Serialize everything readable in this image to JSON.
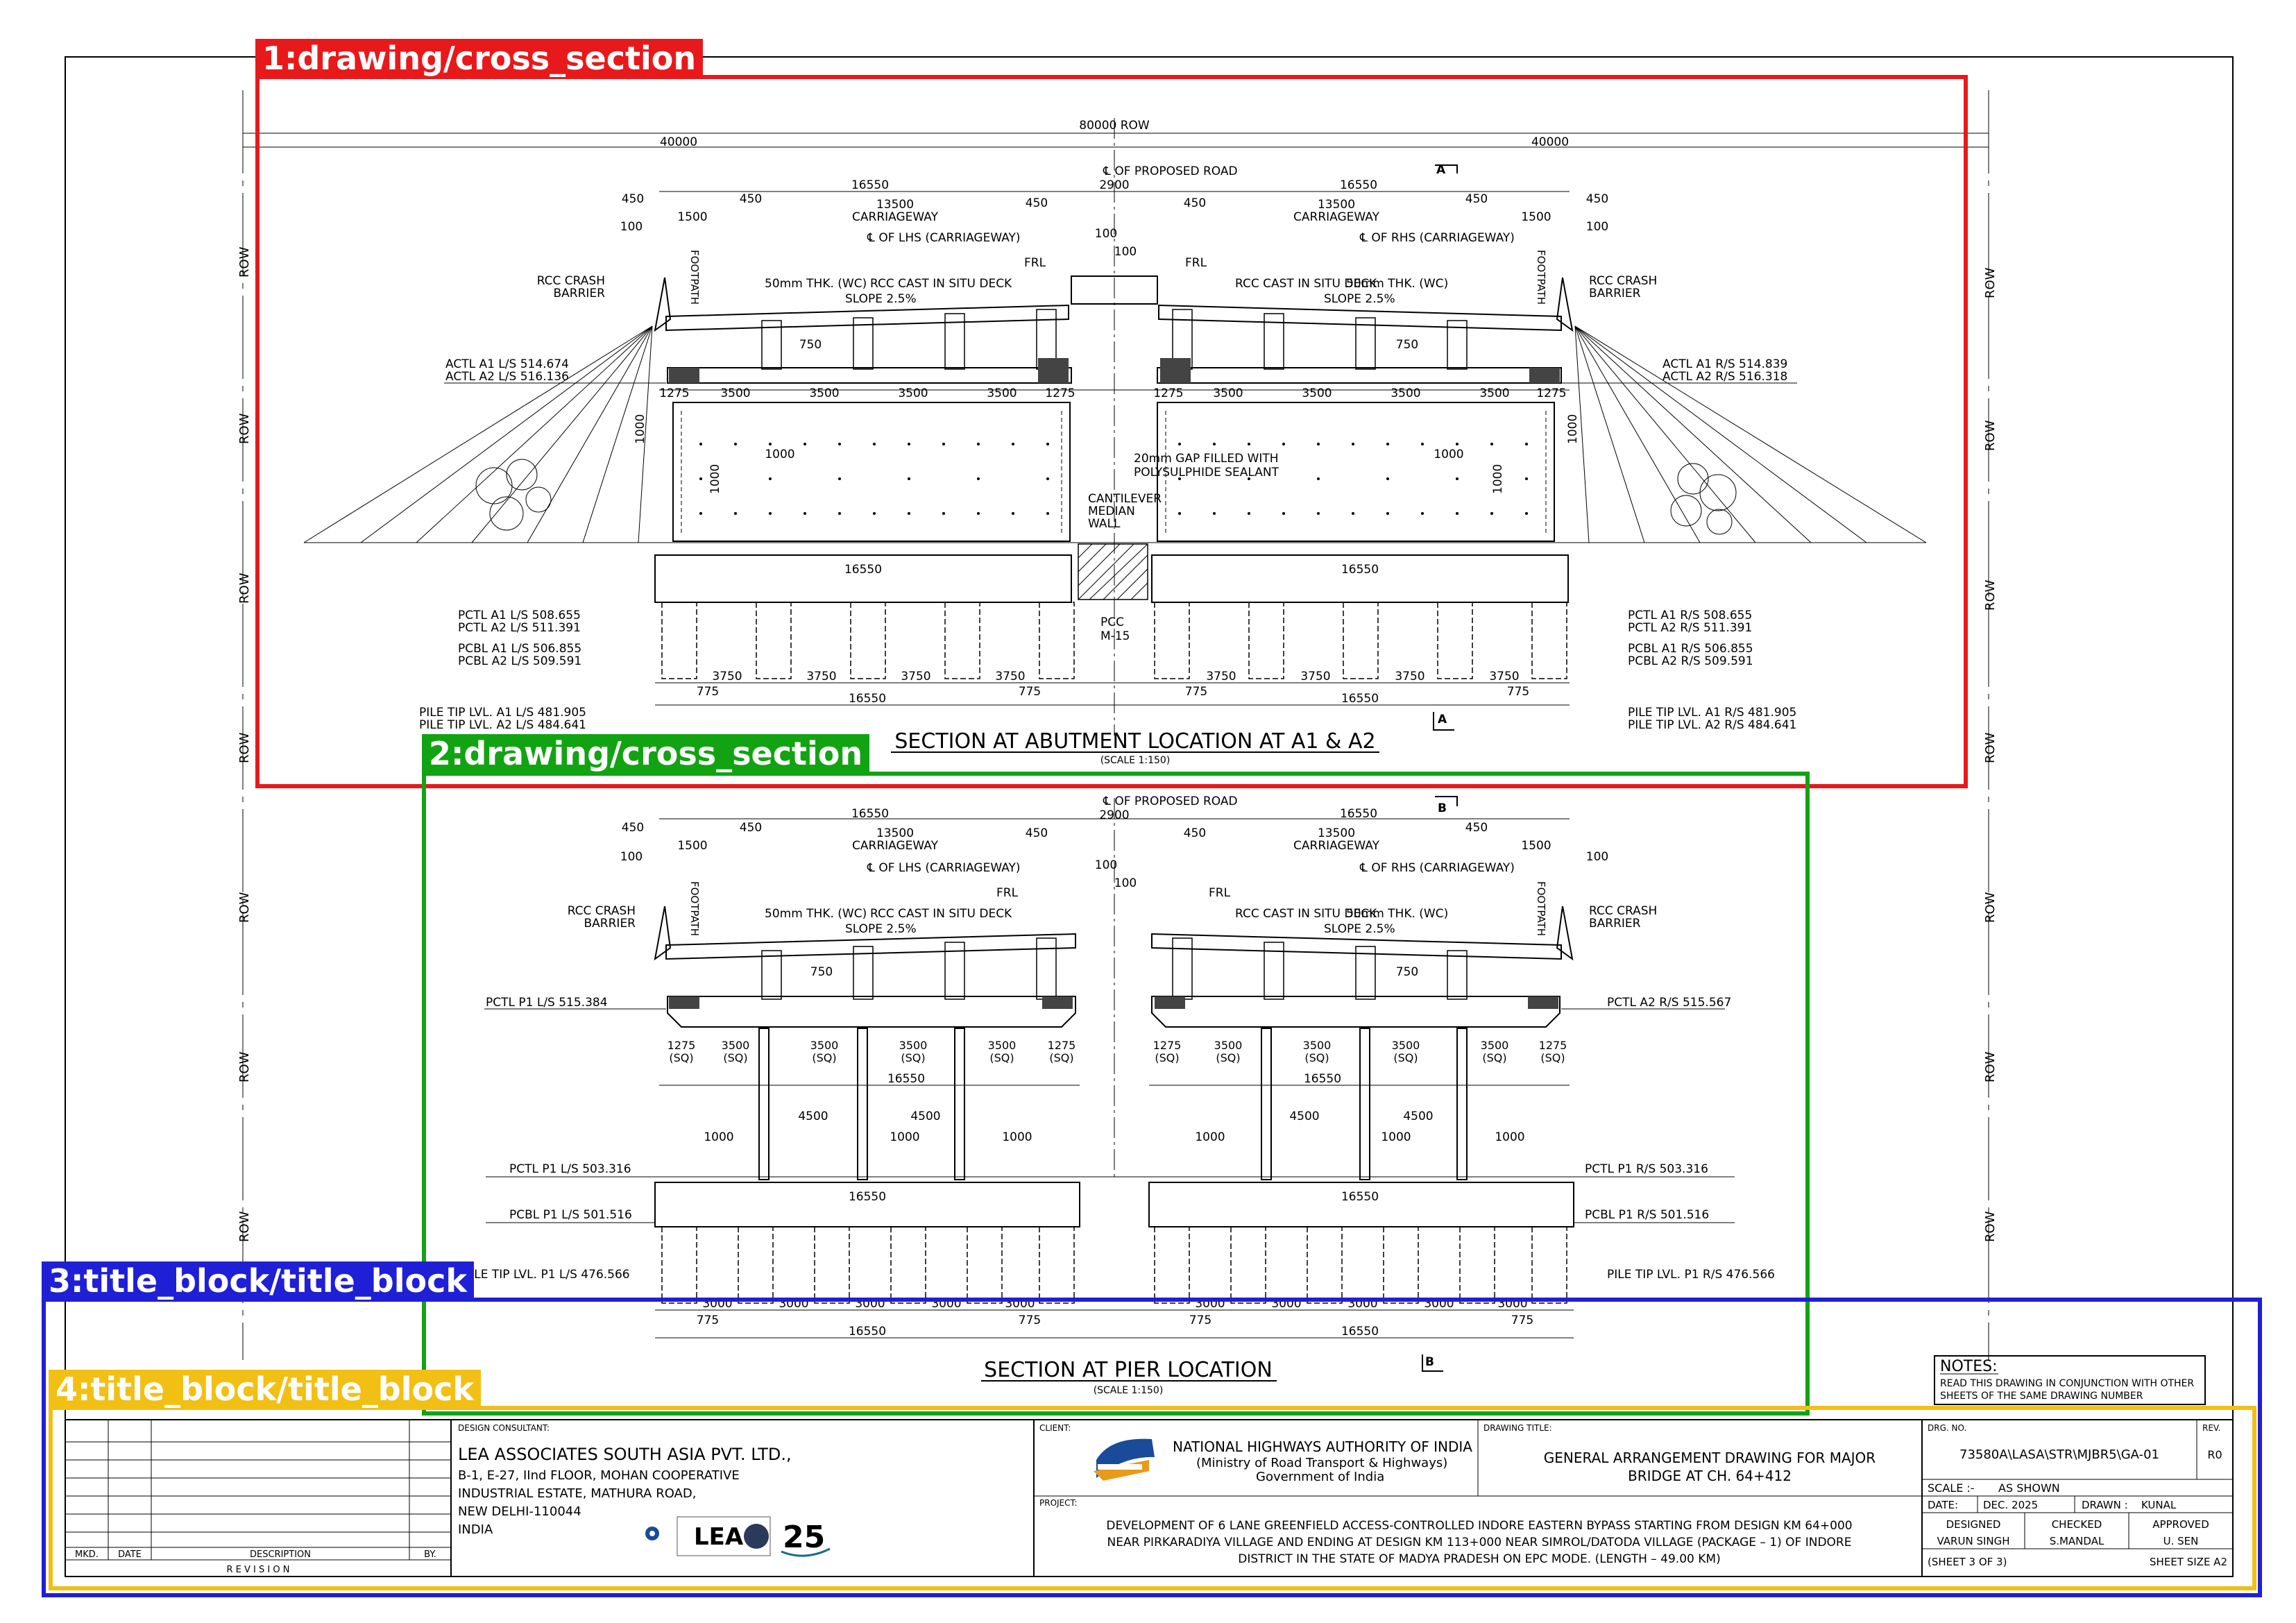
{
  "annotations": [
    {
      "label": "1:drawing/cross_section",
      "color": "#e8191b"
    },
    {
      "label": "2:drawing/cross_section",
      "color": "#12a312"
    },
    {
      "label": "3:title_block/title_block",
      "color": "#1f1fd6"
    },
    {
      "label": "4:title_block/title_block",
      "color": "#f2c014"
    }
  ],
  "abutment": {
    "row_total": "80000 ROW",
    "half_left": "40000",
    "half_right": "40000",
    "road_cl": "℄ OF PROPOSED ROAD",
    "median": "2900",
    "lhs_width": "16550",
    "rhs_width": "16550",
    "carriageway_width": "13500",
    "carriageway": "CARRIAGEWAY",
    "lhs_cl": "℄ OF LHS (CARRIAGEWAY)",
    "rhs_cl": "℄ OF RHS (CARRIAGEWAY)",
    "d450": "450",
    "d1500": "1500",
    "d100": "100",
    "d750": "750",
    "d1275": "1275",
    "d3500": "3500",
    "d1000": "1000",
    "footpath": "FOOTPATH",
    "frl": "FRL",
    "rcc_crash": "RCC CRASH",
    "barrier": "BARRIER",
    "wc": "50mm THK. (WC)",
    "deck": "RCC CAST IN SITU DECK",
    "slope": "SLOPE 2.5%",
    "actl_a1_l": "ACTL A1 L/S 514.674",
    "actl_a2_l": "ACTL A2 L/S 516.136",
    "actl_a1_r": "ACTL A1 R/S 514.839",
    "actl_a2_r": "ACTL A2 R/S 516.318",
    "gap1": "20mm GAP FILLED WITH",
    "gap2": "POLYSULPHIDE SEALANT",
    "cant1": "CANTILEVER",
    "cant2": "MEDIAN",
    "cant3": "WALL",
    "pcc1": "PCC",
    "pcc2": "M-15",
    "pctl_a1_l": "PCTL A1 L/S 508.655",
    "pctl_a2_l": "PCTL A2 L/S 511.391",
    "pcbl_a1_l": "PCBL A1 L/S 506.855",
    "pcbl_a2_l": "PCBL A2 L/S 509.591",
    "pctl_a1_r": "PCTL A1 R/S 508.655",
    "pctl_a2_r": "PCTL A2 R/S 511.391",
    "pcbl_a1_r": "PCBL A1 R/S 506.855",
    "pcbl_a2_r": "PCBL A2 R/S 509.591",
    "pile_a1_l": "PILE TIP LVL. A1 L/S 481.905",
    "pile_a2_l": "PILE TIP LVL. A2 L/S 484.641",
    "pile_a1_r": "PILE TIP LVL. A1 R/S 481.905",
    "pile_a2_r": "PILE TIP LVL. A2 R/S 484.641",
    "d3750": "3750",
    "d775": "775",
    "sec_mark": "A",
    "title": "SECTION AT ABUTMENT LOCATION AT A1 & A2",
    "scale": "(SCALE 1:150)"
  },
  "pier": {
    "pctl_p1_l_top": "PCTL P1 L/S 515.384",
    "pctl_a2_r_top": "PCTL A2 R/S 515.567",
    "sq1275": "(SQ)",
    "d4500": "4500",
    "d3000": "3000",
    "pctl_p1_l": "PCTL P1 L/S 503.316",
    "pcbl_p1_l": "PCBL P1 L/S 501.516",
    "pile_p1_l": "PILE TIP LVL. P1 L/S 476.566",
    "pctl_p1_r": "PCTL P1 R/S 503.316",
    "pcbl_p1_r": "PCBL P1 R/S 501.516",
    "pile_p1_r": "PILE TIP LVL. P1 R/S 476.566",
    "sec_mark": "B",
    "title": "SECTION AT PIER LOCATION",
    "scale": "(SCALE 1:150)"
  },
  "row_label": "ROW",
  "notes": {
    "heading": "NOTES:",
    "line1": "READ THIS DRAWING IN CONJUNCTION WITH OTHER",
    "line2": "SHEETS OF THE SAME DRAWING NUMBER"
  },
  "title_block": {
    "revision_cols": {
      "mkd": "MKD.",
      "date": "DATE",
      "desc": "DESCRIPTION",
      "by": "BY."
    },
    "revision_label": "R E V I S I O N",
    "consultant_label": "DESIGN CONSULTANT:",
    "consultant_name": "LEA ASSOCIATES SOUTH ASIA PVT. LTD.,",
    "addr1": "B-1, E-27, IInd FLOOR, MOHAN COOPERATIVE",
    "addr2": "INDUSTRIAL ESTATE, MATHURA ROAD,",
    "addr3": "NEW DELHI-110044",
    "addr4": "INDIA",
    "logo_lea": "LEA",
    "logo_25": "25",
    "client_label": "CLIENT:",
    "client1": "NATIONAL HIGHWAYS AUTHORITY OF INDIA",
    "client2": "(Ministry of Road Transport & Highways)",
    "client3": "Government of India",
    "project_label": "PROJECT:",
    "project1": "DEVELOPMENT OF 6 LANE GREENFIELD ACCESS-CONTROLLED INDORE EASTERN BYPASS STARTING FROM DESIGN KM 64+000",
    "project2": "NEAR PIRKARADIYA VILLAGE AND ENDING AT DESIGN KM 113+000 NEAR SIMROL/DATODA VILLAGE (PACKAGE – 1) OF INDORE",
    "project3": "DISTRICT IN THE STATE OF MADYA PRADESH ON EPC MODE. (LENGTH – 49.00 KM)",
    "dwg_title_label": "DRAWING TITLE:",
    "dwg_title1": "GENERAL ARRANGEMENT DRAWING FOR MAJOR",
    "dwg_title2": "BRIDGE AT CH. 64+412",
    "drg_no_label": "DRG. NO.",
    "drg_no": "73580A\\LASA\\STR\\MJBR5\\GA-01",
    "rev_label": "REV.",
    "rev": "R0",
    "scale_label": "SCALE :-",
    "scale": "AS SHOWN",
    "date_label": "DATE:",
    "date": "DEC. 2025",
    "drawn_label": "DRAWN :",
    "drawn": "KUNAL",
    "designed_label": "DESIGNED",
    "checked_label": "CHECKED",
    "approved_label": "APPROVED",
    "designed": "VARUN SINGH",
    "checked": "S.MANDAL",
    "approved": "U. SEN",
    "sheet": "(SHEET 3 OF 3)",
    "sheet_size": "SHEET SIZE A2"
  }
}
